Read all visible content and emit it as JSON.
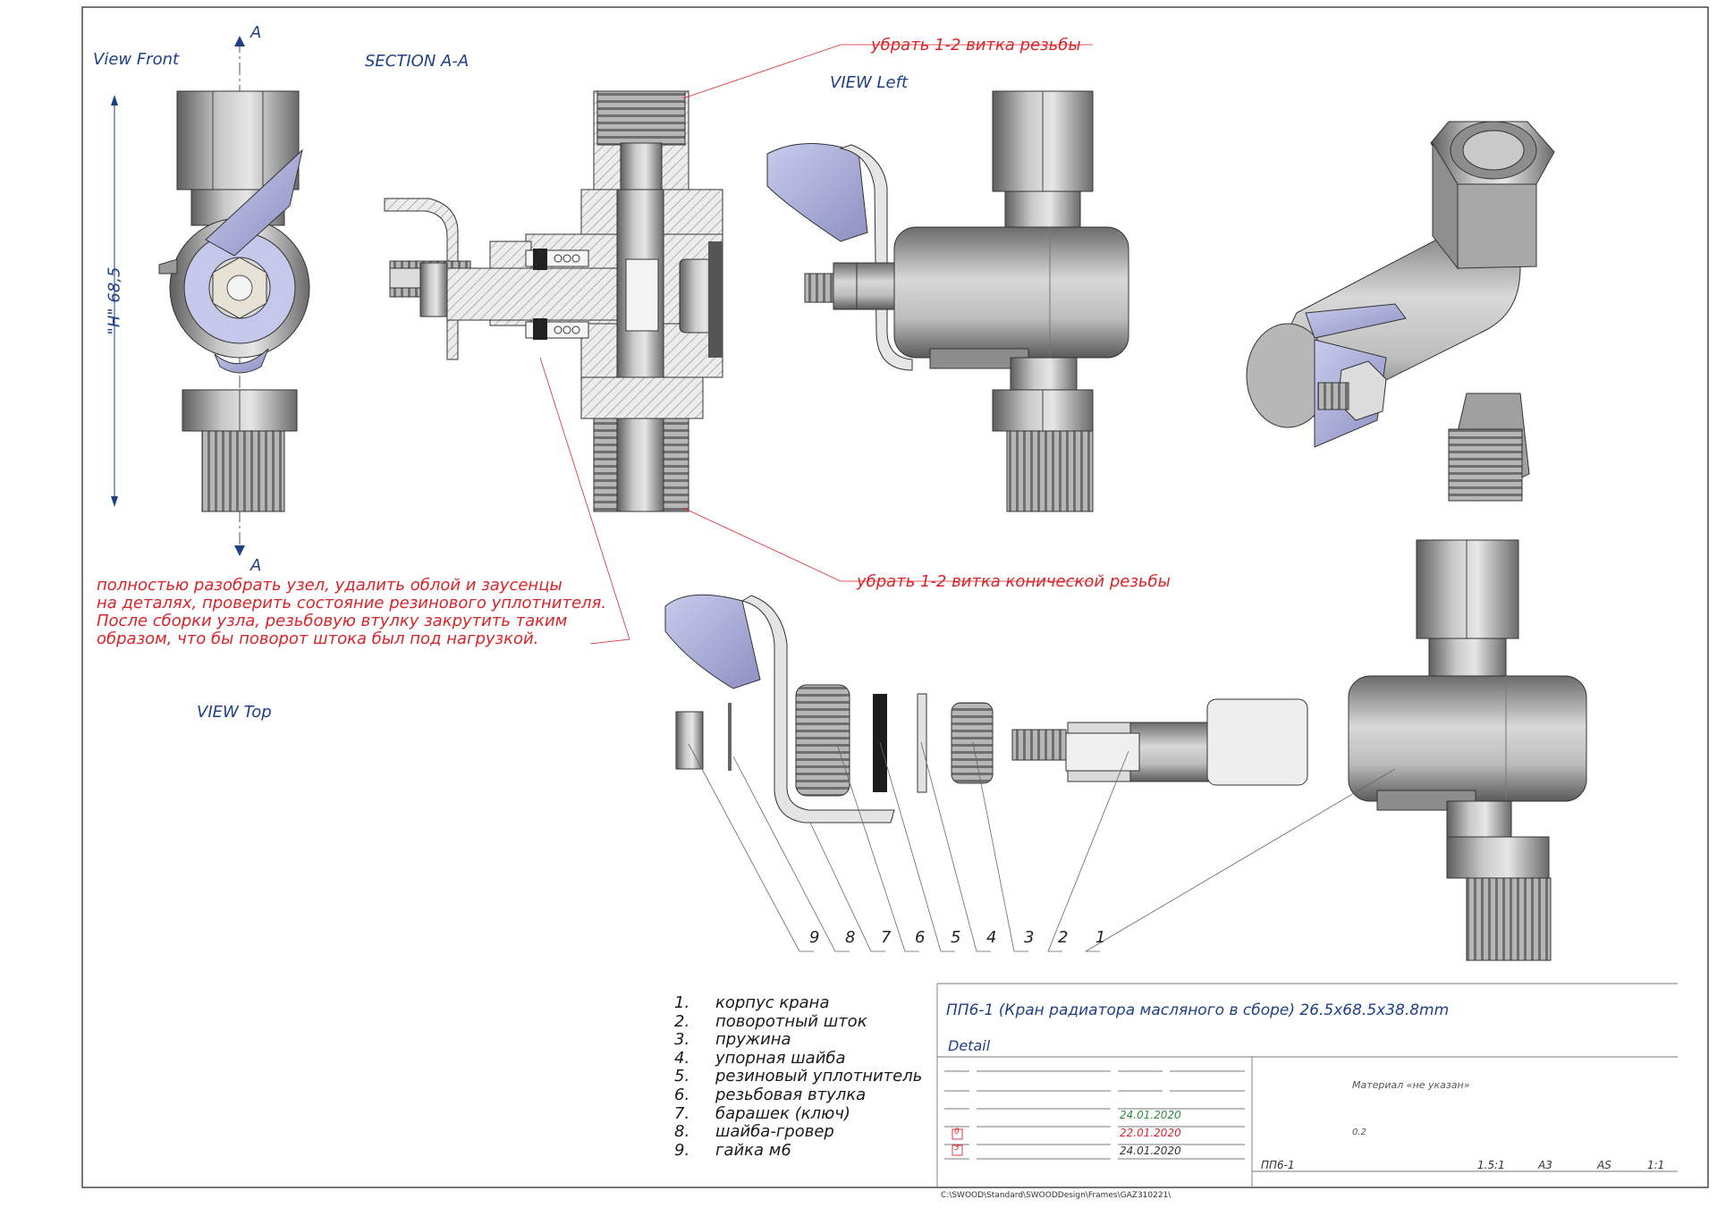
{
  "views": {
    "front": "View Front",
    "section": "SECTION A-A",
    "left": "VIEW Left",
    "top": "VIEW Top",
    "section_mark": "A",
    "dimension": "\"H\" 68,5"
  },
  "annotations": {
    "thread_top": "убрать 1-2 витка резьбы",
    "thread_conic": "убрать 1-2 витка конической резьбы",
    "assembly_note": [
      "полностью разобрать узел, удалить облой и заусенцы",
      "на деталях, проверить состояние резинового уплотнителя.",
      "После сборки узла, резьбовую втулку закрутить таким",
      "образом, что бы поворот штока был под нагрузкой."
    ]
  },
  "balloons": [
    "9",
    "8",
    "7",
    "6",
    "5",
    "4",
    "3",
    "2",
    "1"
  ],
  "parts_list": [
    {
      "num": "1.",
      "name": "корпус крана"
    },
    {
      "num": "2.",
      "name": "поворотный шток"
    },
    {
      "num": "3.",
      "name": "пружина"
    },
    {
      "num": "4.",
      "name": "упорная шайба"
    },
    {
      "num": "5.",
      "name": "резиновый уплотнитель"
    },
    {
      "num": "6.",
      "name": "резьбовая втулка"
    },
    {
      "num": "7.",
      "name": "барашек (ключ)"
    },
    {
      "num": "8.",
      "name": "шайба-гровер"
    },
    {
      "num": "9.",
      "name": "гайка м6"
    }
  ],
  "title_block": {
    "title": "ПП6-1 (Кран радиатора масляного в сборе) 26.5x68.5x38.8mm",
    "detail": "Detail",
    "material": "Материал «не указан»",
    "date_1": "24.01.2020",
    "date_2": "22.01.2020",
    "date_3": "24.01.2020",
    "rev_1": "0",
    "rev_2": "3",
    "code_small": "0.2",
    "part_code": "ПП6-1",
    "scale": "1.5:1",
    "format": "A3",
    "sheet_type": "AS",
    "ratio": "1:1",
    "file_path": "C:\\SWOOD\\Standard\\SWOODDesign\\Frames\\GAZ310221\\"
  },
  "colors": {
    "label_blue": "#1f3f88",
    "annotation_red": "#d9252a",
    "date_green": "#2e8b3e",
    "lever_lilac": "#a9acd6",
    "metal_gray": "#8a8a8a"
  }
}
